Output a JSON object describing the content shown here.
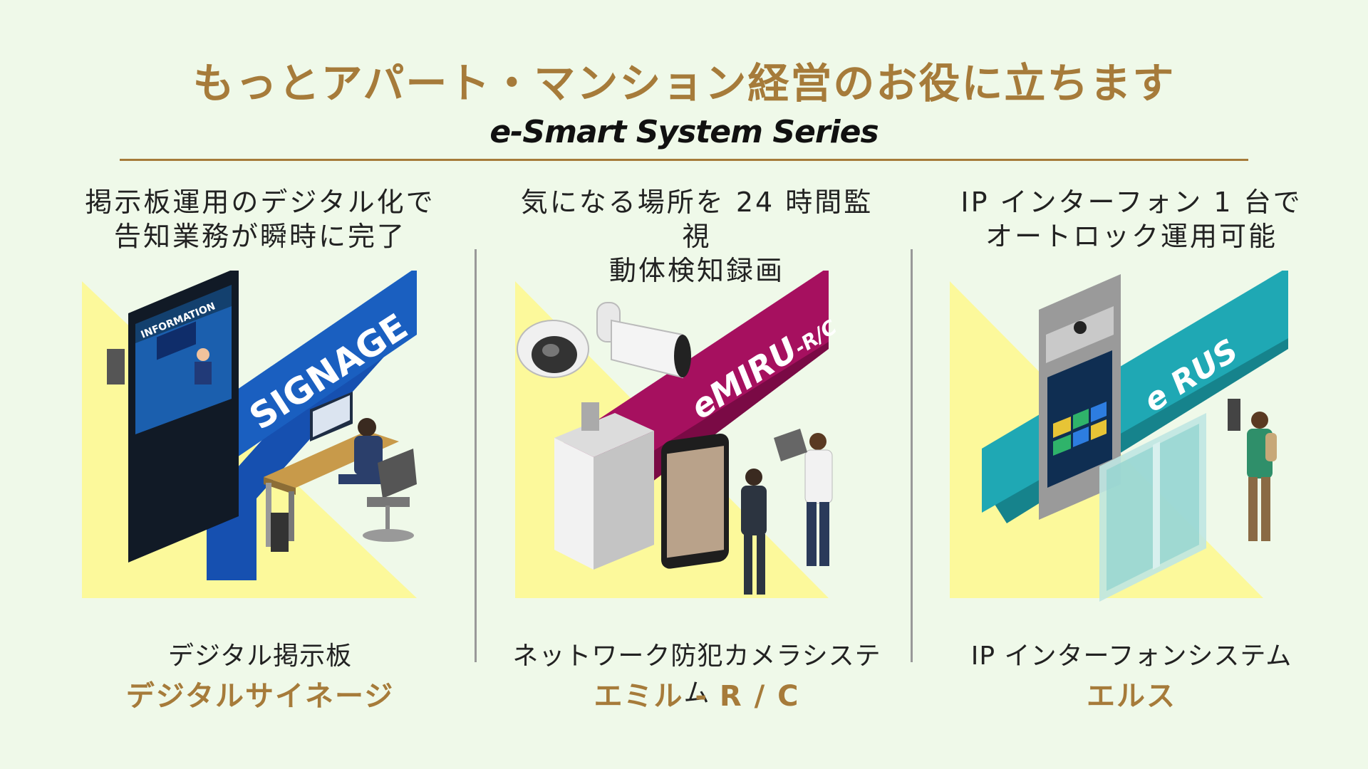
{
  "header": {
    "title": "もっとアパート・マンション経営のお役に立ちます",
    "subtitle": "e-Smart System Series"
  },
  "columns": [
    {
      "desc_line1": "掲示板運用のデジタル化で",
      "desc_line2": "告知業務が瞬時に完了",
      "banner_text": "SIGNAGE",
      "screen_text": "INFORMATION",
      "caption": "デジタル掲示板",
      "product_name": "デジタルサイネージ",
      "accent_color": "#1a5fc0"
    },
    {
      "desc_line1": "気になる場所を 24 時間監視",
      "desc_line2": "動体検知録画",
      "banner_text": "eMIRU",
      "banner_suffix": "-R/C",
      "caption": "ネットワーク防犯カメラシステム",
      "product_name": "エミル - R / C",
      "accent_color": "#a6105f"
    },
    {
      "desc_line1": "IP インターフォン 1 台で",
      "desc_line2": "オートロック運用可能",
      "banner_text": "e RUS",
      "caption": "IP インターフォンシステム",
      "product_name": "エルス",
      "accent_color": "#1fa8b4"
    }
  ],
  "colors": {
    "background": "#eff9e9",
    "gold": "#a67b3a",
    "yellow": "#fcf99b"
  }
}
